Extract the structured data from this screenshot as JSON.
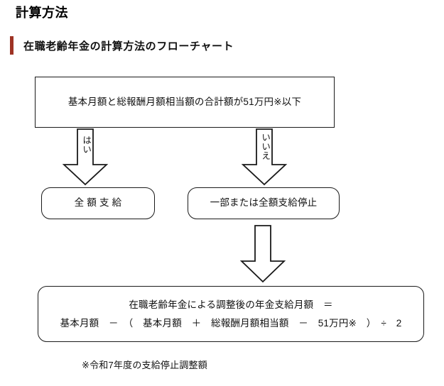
{
  "page": {
    "title": "計算方法"
  },
  "section": {
    "heading": "在職老齢年金の計算方法のフローチャート",
    "accent_color": "#9e3324"
  },
  "flowchart": {
    "condition": {
      "text": "基本月額と総報酬月額相当額の合計額が51万円※以下",
      "shape": "rectangle"
    },
    "branches": [
      {
        "label": "はい",
        "icon": "down-block-arrow-icon"
      },
      {
        "label": "いいえ",
        "icon": "down-block-arrow-icon"
      }
    ],
    "outcomes": [
      {
        "text": "全 額 支 給",
        "shape": "rounded-rectangle"
      },
      {
        "text": "一部または全額支給停止",
        "shape": "rounded-rectangle"
      }
    ],
    "connector": {
      "label": "",
      "icon": "down-block-arrow-icon"
    },
    "formula": {
      "shape": "rounded-rectangle",
      "line1": "在職老齢年金による調整後の年金支給月額　＝",
      "line2": "基本月額　－　（　基本月額　＋　総報酬月額相当額　－　51万円※　）　÷　2"
    }
  },
  "footnote": {
    "text": "※令和7年度の支給停止調整額"
  },
  "colors": {
    "stroke": "#1a1a1a",
    "text": "#111111",
    "background": "#ffffff"
  }
}
